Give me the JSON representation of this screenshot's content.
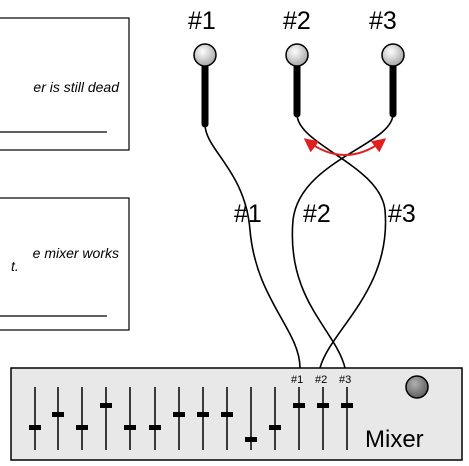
{
  "notes": [
    {
      "text_lines": [
        "er is still dead"
      ]
    },
    {
      "text_lines": [
        "e mixer works",
        "t."
      ]
    }
  ],
  "microphones": [
    {
      "label": "#1"
    },
    {
      "label": "#2"
    },
    {
      "label": "#3"
    }
  ],
  "cables": [
    {
      "label": "#1"
    },
    {
      "label": "#2"
    },
    {
      "label": "#3"
    }
  ],
  "mixer": {
    "label": "Mixer",
    "channel_labels": [
      "#1",
      "#2",
      "#3"
    ]
  },
  "colors": {
    "mixer_body": "#e8e8e8",
    "mic_head": "#c8c8c8",
    "swap_arrow": "#e0201e",
    "knob": "#808080"
  }
}
